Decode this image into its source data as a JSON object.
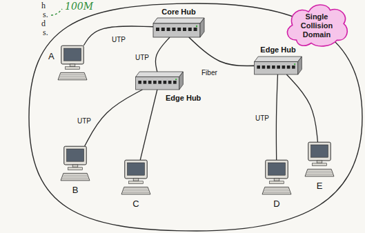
{
  "diagram": {
    "nodes": [
      {
        "text": [
          "Core Hub"
        ]
      },
      {
        "text": [
          "Single Collision Domain"
        ]
      },
      {
        "text": [
          "A"
        ]
      },
      {
        "text": [
          "Edge Hub"
        ]
      },
      {
        "text": [
          "Edge Hub"
        ]
      },
      {
        "text": [
          "B"
        ]
      },
      {
        "text": [
          "C"
        ]
      },
      {
        "text": [
          "D"
        ]
      },
      {
        "text": [
          "E"
        ]
      }
    ],
    "edges": [
      {
        "from": 2,
        "to": 0,
        "label": "UTP",
        "arrow": "none"
      },
      {
        "from": 0,
        "to": 4,
        "label": "UTP",
        "arrow": "none"
      },
      {
        "from": 0,
        "to": 3,
        "label": "Fiber",
        "arrow": "none"
      },
      {
        "from": 4,
        "to": 5,
        "label": "UTP",
        "arrow": "none"
      },
      {
        "from": 4,
        "to": 6,
        "arrow": "none"
      },
      {
        "from": 3,
        "to": 7,
        "label": "UTP",
        "arrow": "none"
      },
      {
        "from": 3,
        "to": 8,
        "arrow": "none"
      }
    ],
    "labels": [
      "h",
      "s.",
      "d",
      "s.",
      "100M"
    ]
  }
}
